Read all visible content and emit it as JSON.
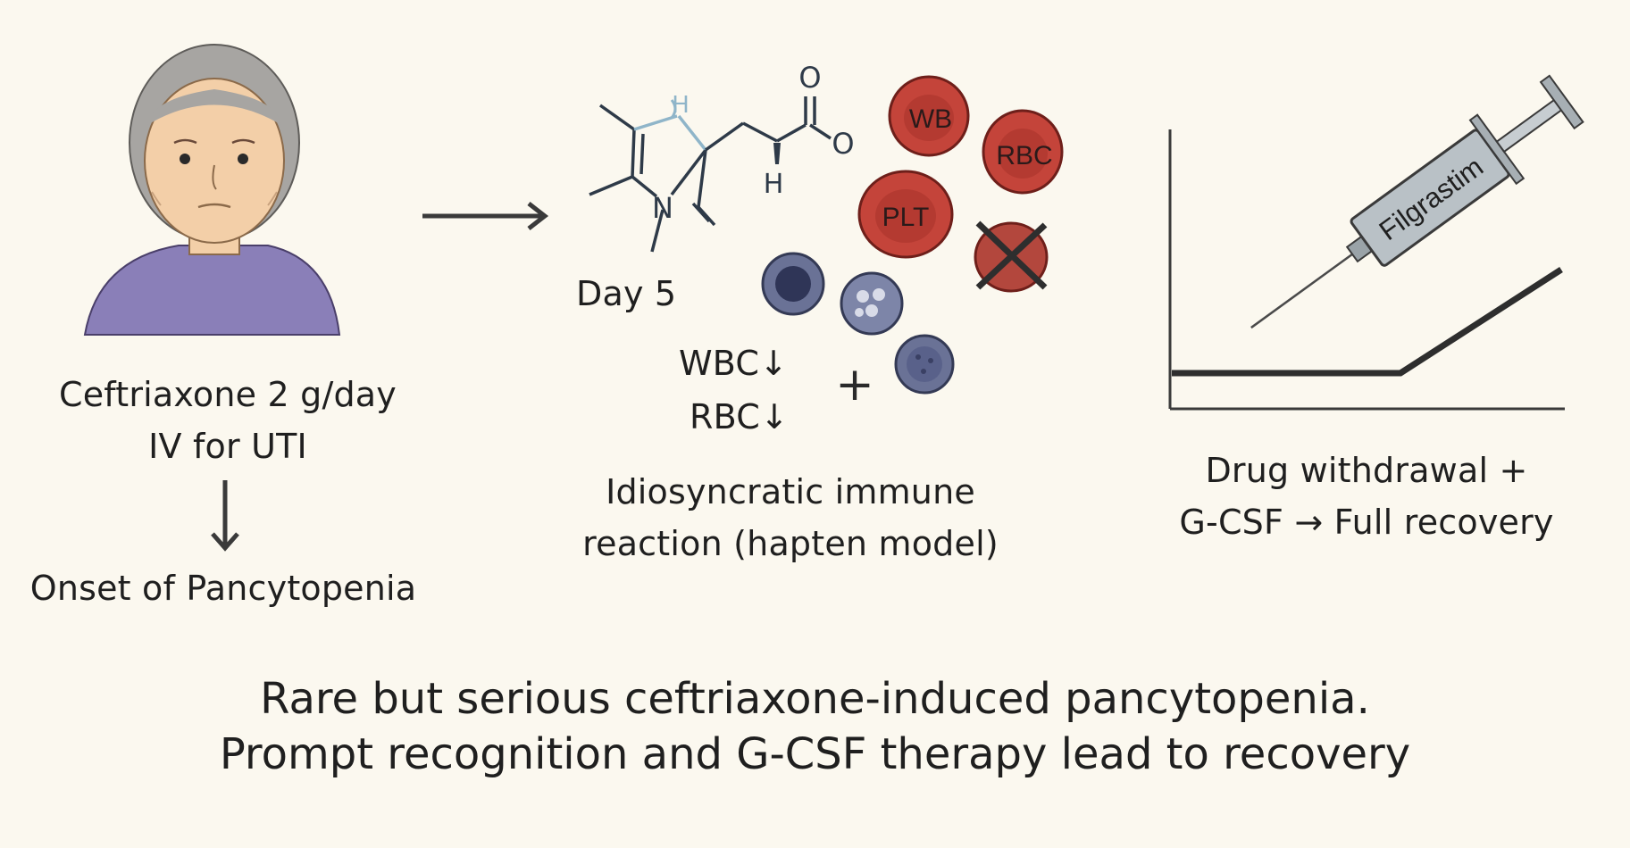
{
  "patient": {
    "case_line1": "Ceftriaxone 2 g/day",
    "case_line2": "IV for UTI",
    "onset": "Onset of Pancytopenia"
  },
  "mechanism": {
    "day_label": "Day 5",
    "molecule_labels": {
      "oxygen": "O",
      "oxygen2": "O",
      "nitrogen": "N",
      "hydrogen": "H",
      "hydrogen2": "H"
    },
    "cells": {
      "wbc": "WB",
      "rbc": "RBC",
      "plt": "PLT"
    },
    "labs": {
      "wbc": "WBC↓",
      "rbc": "RBC↓"
    },
    "plus": "+",
    "line1": "Idiosyncratic immune",
    "line2": "reaction (hapten model)"
  },
  "recovery": {
    "syringe_label": "Filgrastim",
    "line1": "Drug withdrawal +",
    "line2": "G-CSF → Full recovery"
  },
  "footer": {
    "line1": "Rare but serious ceftriaxone-induced pancytopenia.",
    "line2": "Prompt recognition and G-CSF therapy lead to recovery"
  },
  "colors": {
    "background": "#fbf8ef",
    "patient_shirt": "#8a7fb8",
    "red_cell": "#c4443a",
    "white_cell": "#6a7296",
    "syringe": "#b9c1c6"
  }
}
